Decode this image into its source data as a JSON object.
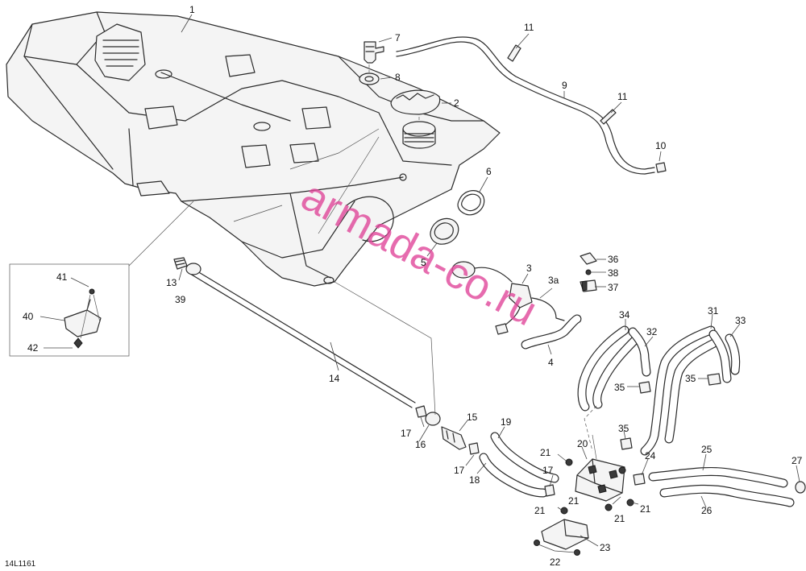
{
  "diagram": {
    "drawing_code": "14L1161",
    "watermark": "armada-co.ru",
    "callouts": [
      {
        "id": "c1",
        "label": "1"
      },
      {
        "id": "c2",
        "label": "2"
      },
      {
        "id": "c3",
        "label": "3"
      },
      {
        "id": "c3a",
        "label": "3a"
      },
      {
        "id": "c4",
        "label": "4"
      },
      {
        "id": "c5",
        "label": "5"
      },
      {
        "id": "c6",
        "label": "6"
      },
      {
        "id": "c7",
        "label": "7"
      },
      {
        "id": "c8",
        "label": "8"
      },
      {
        "id": "c9",
        "label": "9"
      },
      {
        "id": "c10",
        "label": "10"
      },
      {
        "id": "c11a",
        "label": "11"
      },
      {
        "id": "c11b",
        "label": "11"
      },
      {
        "id": "c13",
        "label": "13"
      },
      {
        "id": "c14",
        "label": "14"
      },
      {
        "id": "c15",
        "label": "15"
      },
      {
        "id": "c16",
        "label": "16"
      },
      {
        "id": "c17a",
        "label": "17"
      },
      {
        "id": "c17b",
        "label": "17"
      },
      {
        "id": "c17c",
        "label": "17"
      },
      {
        "id": "c18",
        "label": "18"
      },
      {
        "id": "c19",
        "label": "19"
      },
      {
        "id": "c20",
        "label": "20"
      },
      {
        "id": "c21a",
        "label": "21"
      },
      {
        "id": "c21b",
        "label": "21"
      },
      {
        "id": "c21c",
        "label": "21"
      },
      {
        "id": "c21d",
        "label": "21"
      },
      {
        "id": "c21e",
        "label": "21"
      },
      {
        "id": "c22",
        "label": "22"
      },
      {
        "id": "c23",
        "label": "23"
      },
      {
        "id": "c24",
        "label": "24"
      },
      {
        "id": "c25",
        "label": "25"
      },
      {
        "id": "c26",
        "label": "26"
      },
      {
        "id": "c27",
        "label": "27"
      },
      {
        "id": "c31",
        "label": "31"
      },
      {
        "id": "c32",
        "label": "32"
      },
      {
        "id": "c33",
        "label": "33"
      },
      {
        "id": "c34",
        "label": "34"
      },
      {
        "id": "c35a",
        "label": "35"
      },
      {
        "id": "c35b",
        "label": "35"
      },
      {
        "id": "c35c",
        "label": "35"
      },
      {
        "id": "c36",
        "label": "36"
      },
      {
        "id": "c37",
        "label": "37"
      },
      {
        "id": "c38",
        "label": "38"
      },
      {
        "id": "c39",
        "label": "39"
      },
      {
        "id": "c40",
        "label": "40"
      },
      {
        "id": "c41",
        "label": "41"
      },
      {
        "id": "c42",
        "label": "42"
      }
    ]
  }
}
